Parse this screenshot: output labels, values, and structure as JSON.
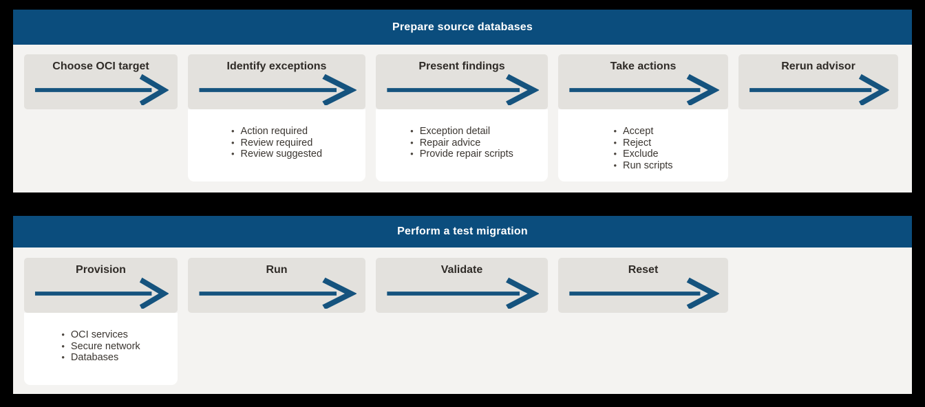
{
  "colors": {
    "canvas_bg": "#000000",
    "panel_bg": "#f4f3f1",
    "header_bg": "#0b4d7d",
    "header_text": "#ffffff",
    "step_box_bg": "#e3e1dd",
    "arrow_blue": "#15537e",
    "title_text": "#2f2b27",
    "bullet_text": "#3a3530"
  },
  "panels": [
    {
      "title": "Prepare source databases",
      "steps": [
        {
          "title": "Choose OCI target",
          "items": []
        },
        {
          "title": "Identify exceptions",
          "items": [
            "Action required",
            "Review required",
            "Review suggested"
          ]
        },
        {
          "title": "Present findings",
          "items": [
            "Exception detail",
            "Repair advice",
            "Provide repair scripts"
          ]
        },
        {
          "title": "Take actions",
          "items": [
            "Accept",
            "Reject",
            "Exclude",
            "Run scripts"
          ]
        },
        {
          "title": "Rerun advisor",
          "items": []
        }
      ]
    },
    {
      "title": "Perform a test migration",
      "steps": [
        {
          "title": "Provision",
          "items": [
            "OCI services",
            "Secure network",
            "Databases"
          ]
        },
        {
          "title": "Run",
          "items": []
        },
        {
          "title": "Validate",
          "items": []
        },
        {
          "title": "Reset",
          "items": []
        }
      ]
    }
  ]
}
